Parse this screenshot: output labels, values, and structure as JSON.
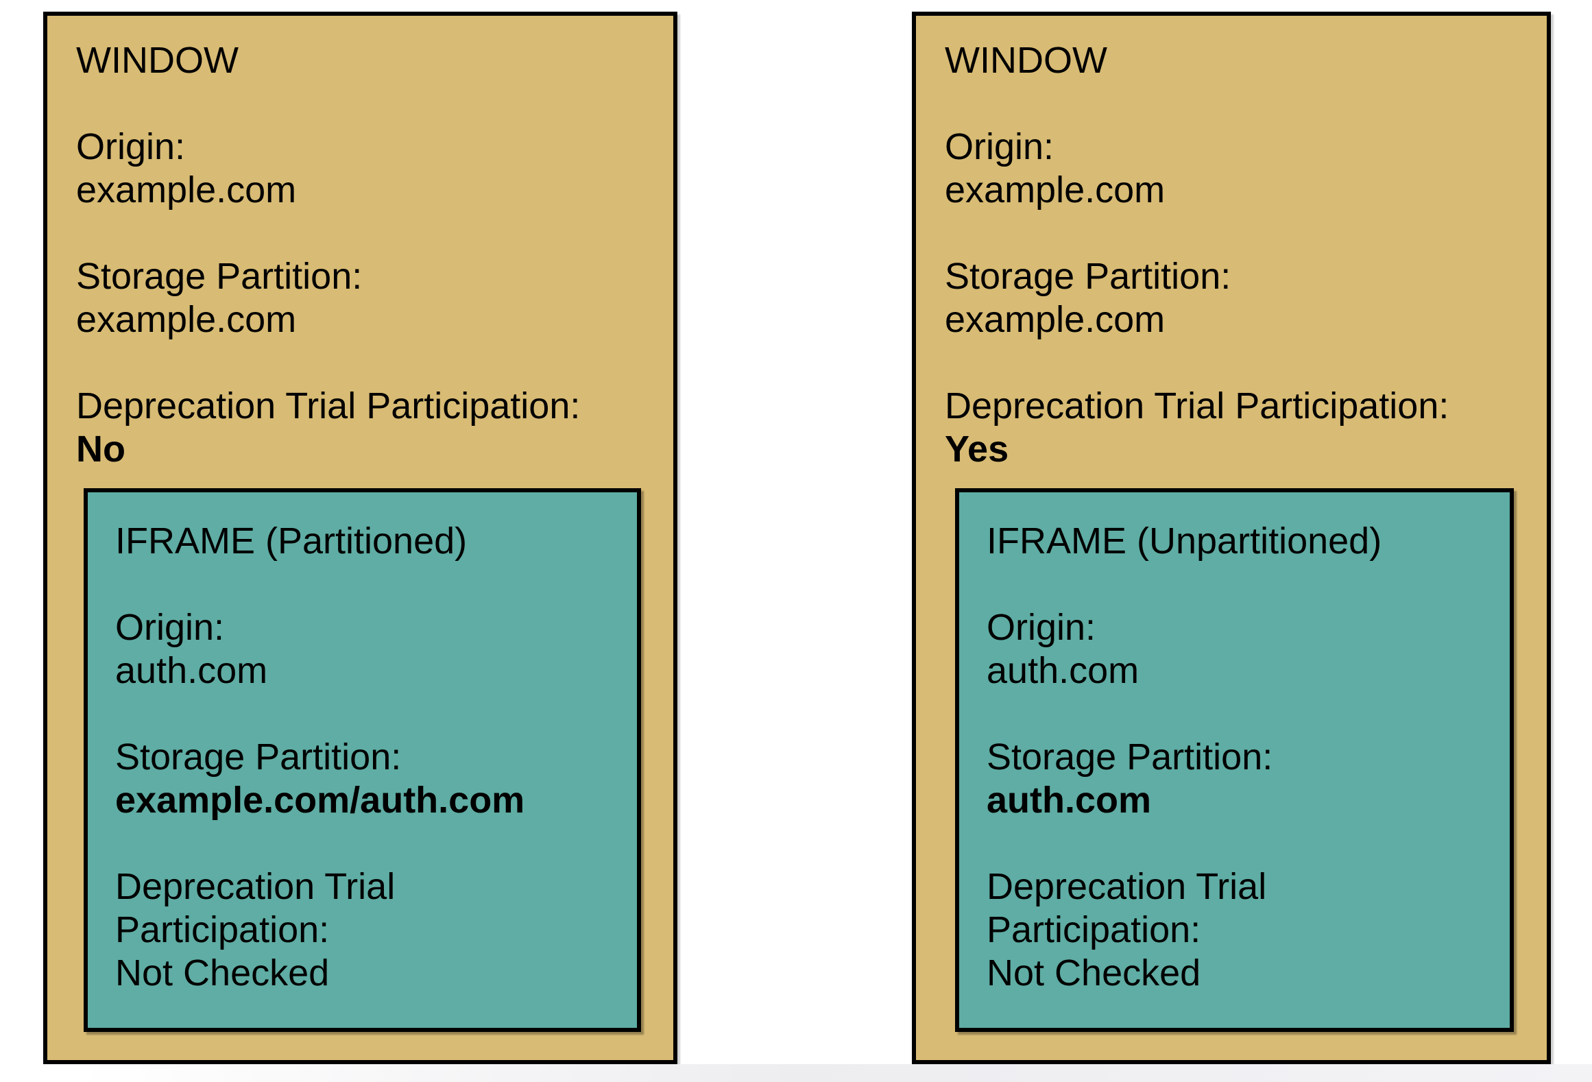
{
  "colors": {
    "window_fill": "#D8BB74",
    "iframe_fill": "#5FADA4",
    "border": "#000000",
    "page_background": "#FFFFFF"
  },
  "windows": [
    {
      "title": "WINDOW",
      "origin_label": "Origin:",
      "origin_value": "example.com",
      "storage_label": "Storage Partition:",
      "storage_value": "example.com",
      "trial_label": "Deprecation Trial Participation:",
      "trial_value": "No",
      "iframe": {
        "title": "IFRAME (Partitioned)",
        "origin_label": "Origin:",
        "origin_value": "auth.com",
        "storage_label": "Storage Partition:",
        "storage_value": "example.com/auth.com",
        "trial_label": "Deprecation Trial Participation:",
        "trial_value": "Not Checked"
      }
    },
    {
      "title": "WINDOW",
      "origin_label": "Origin:",
      "origin_value": "example.com",
      "storage_label": "Storage Partition:",
      "storage_value": "example.com",
      "trial_label": "Deprecation Trial Participation:",
      "trial_value": "Yes",
      "iframe": {
        "title": "IFRAME (Unpartitioned)",
        "origin_label": "Origin:",
        "origin_value": "auth.com",
        "storage_label": "Storage Partition:",
        "storage_value": "auth.com",
        "trial_label": "Deprecation Trial Participation:",
        "trial_value": "Not Checked"
      }
    }
  ]
}
